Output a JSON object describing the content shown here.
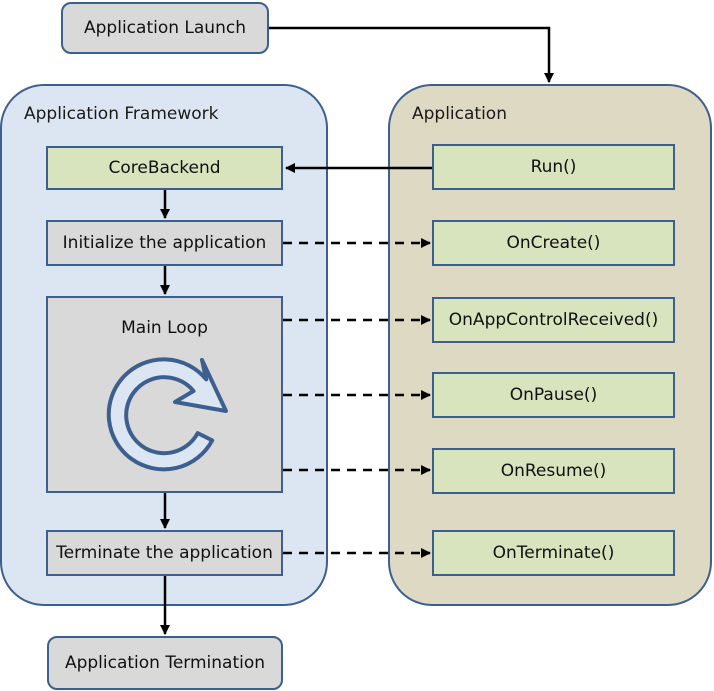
{
  "top": {
    "launch": "Application Launch",
    "termination": "Application Termination"
  },
  "framework": {
    "title": "Application Framework",
    "core": "CoreBackend",
    "init": "Initialize the application",
    "loop": "Main Loop",
    "terminate": "Terminate the application"
  },
  "application": {
    "title": "Application",
    "run": "Run()",
    "on_create": "OnCreate()",
    "on_app_control": "OnAppControlReceived()",
    "on_pause": "OnPause()",
    "on_resume": "OnResume()",
    "on_terminate": "OnTerminate()"
  },
  "colors": {
    "panel_left": "#dce6f2",
    "panel_right": "#ddd9c3",
    "border": "#3c5f8f",
    "green": "#d7e4bd",
    "grey": "#d9d9d9",
    "loop_icon": "#dce6f2"
  },
  "icons": {
    "loop": "refresh-loop-icon"
  }
}
